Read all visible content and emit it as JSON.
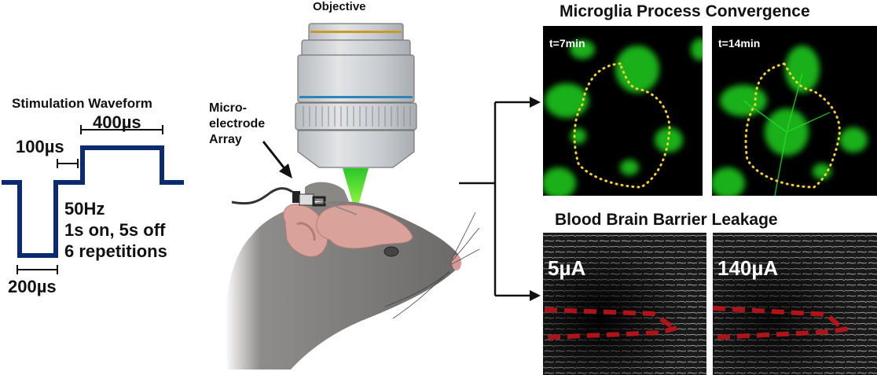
{
  "waveform": {
    "title": "Stimulation Waveform",
    "labels": {
      "anodic_width": "400µs",
      "interphase": "100µs",
      "cathodic_width": "200µs",
      "frequency": "50Hz",
      "duty": "1s on, 5s off",
      "repetitions": "6 repetitions"
    },
    "line_color": "#0c2a6e"
  },
  "setup": {
    "objective_label": "Objective",
    "electrode_label_lines": [
      "Micro-",
      "electrode",
      "Array"
    ],
    "beam_color": "#22cc22",
    "objective_ring_top": "#c89a2a",
    "objective_ring_blue": "#2a86b8"
  },
  "microglia": {
    "title": "Microglia Process Convergence",
    "panels": [
      {
        "label": "t=7min"
      },
      {
        "label": "t=14min"
      }
    ],
    "outline_color": "#f2d22e"
  },
  "bbb": {
    "title": "Blood Brain Barrier Leakage",
    "panels": [
      {
        "label": "5µA"
      },
      {
        "label": "140µA"
      }
    ],
    "outline_color": "#c0141a"
  }
}
